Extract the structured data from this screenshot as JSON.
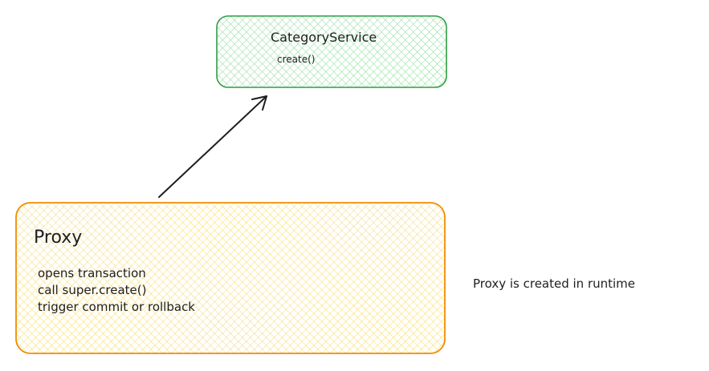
{
  "colors": {
    "service_stroke": "#2f9e44",
    "service_fill": "#b2f2bb",
    "proxy_stroke": "#f08c00",
    "proxy_fill": "#ffec99",
    "arrow": "#1e1e1e",
    "text": "#1e1e1e"
  },
  "service": {
    "title": "CategoryService",
    "method": "create()"
  },
  "proxy": {
    "title": "Proxy",
    "lines": [
      "opens transaction",
      "call super.create()",
      "trigger commit or rollback"
    ]
  },
  "note": "Proxy is created in runtime",
  "icons": {
    "arrow": "arrow-up-right-icon"
  }
}
